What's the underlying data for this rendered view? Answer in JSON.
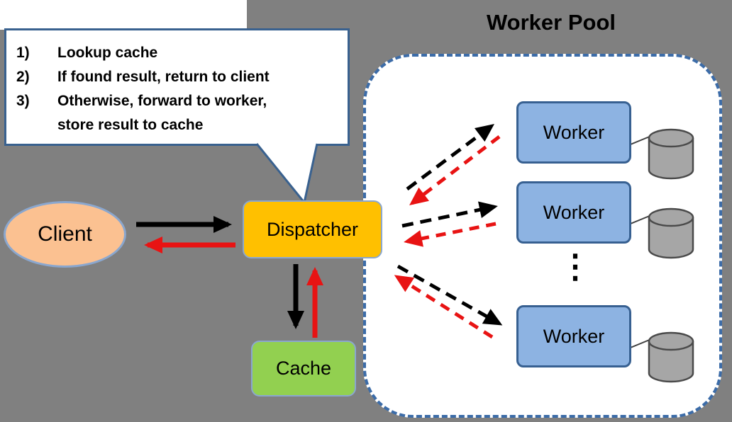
{
  "callout": {
    "items": [
      {
        "num": "1)",
        "lines": [
          "Lookup cache"
        ]
      },
      {
        "num": "2)",
        "lines": [
          "If found result, return to client"
        ]
      },
      {
        "num": "3)",
        "lines": [
          "Otherwise, forward to worker,",
          "store result to cache"
        ]
      }
    ]
  },
  "nodes": {
    "client": "Client",
    "dispatcher": "Dispatcher",
    "cache": "Cache",
    "worker_pool_title": "Worker Pool",
    "workers": [
      "Worker",
      "Worker",
      "Worker"
    ],
    "ellipsis": "⋮"
  },
  "colors": {
    "background": "#808080",
    "callout_border": "#39618f",
    "client_fill": "#fbc191",
    "dispatcher_fill": "#ffc000",
    "cache_fill": "#92d050",
    "worker_fill": "#8db3e2",
    "worker_border": "#376091",
    "pool_border": "#3c6ca8",
    "cylinder_fill": "#a6a6a6",
    "arrow_black": "#000000",
    "arrow_red": "#e81313"
  }
}
